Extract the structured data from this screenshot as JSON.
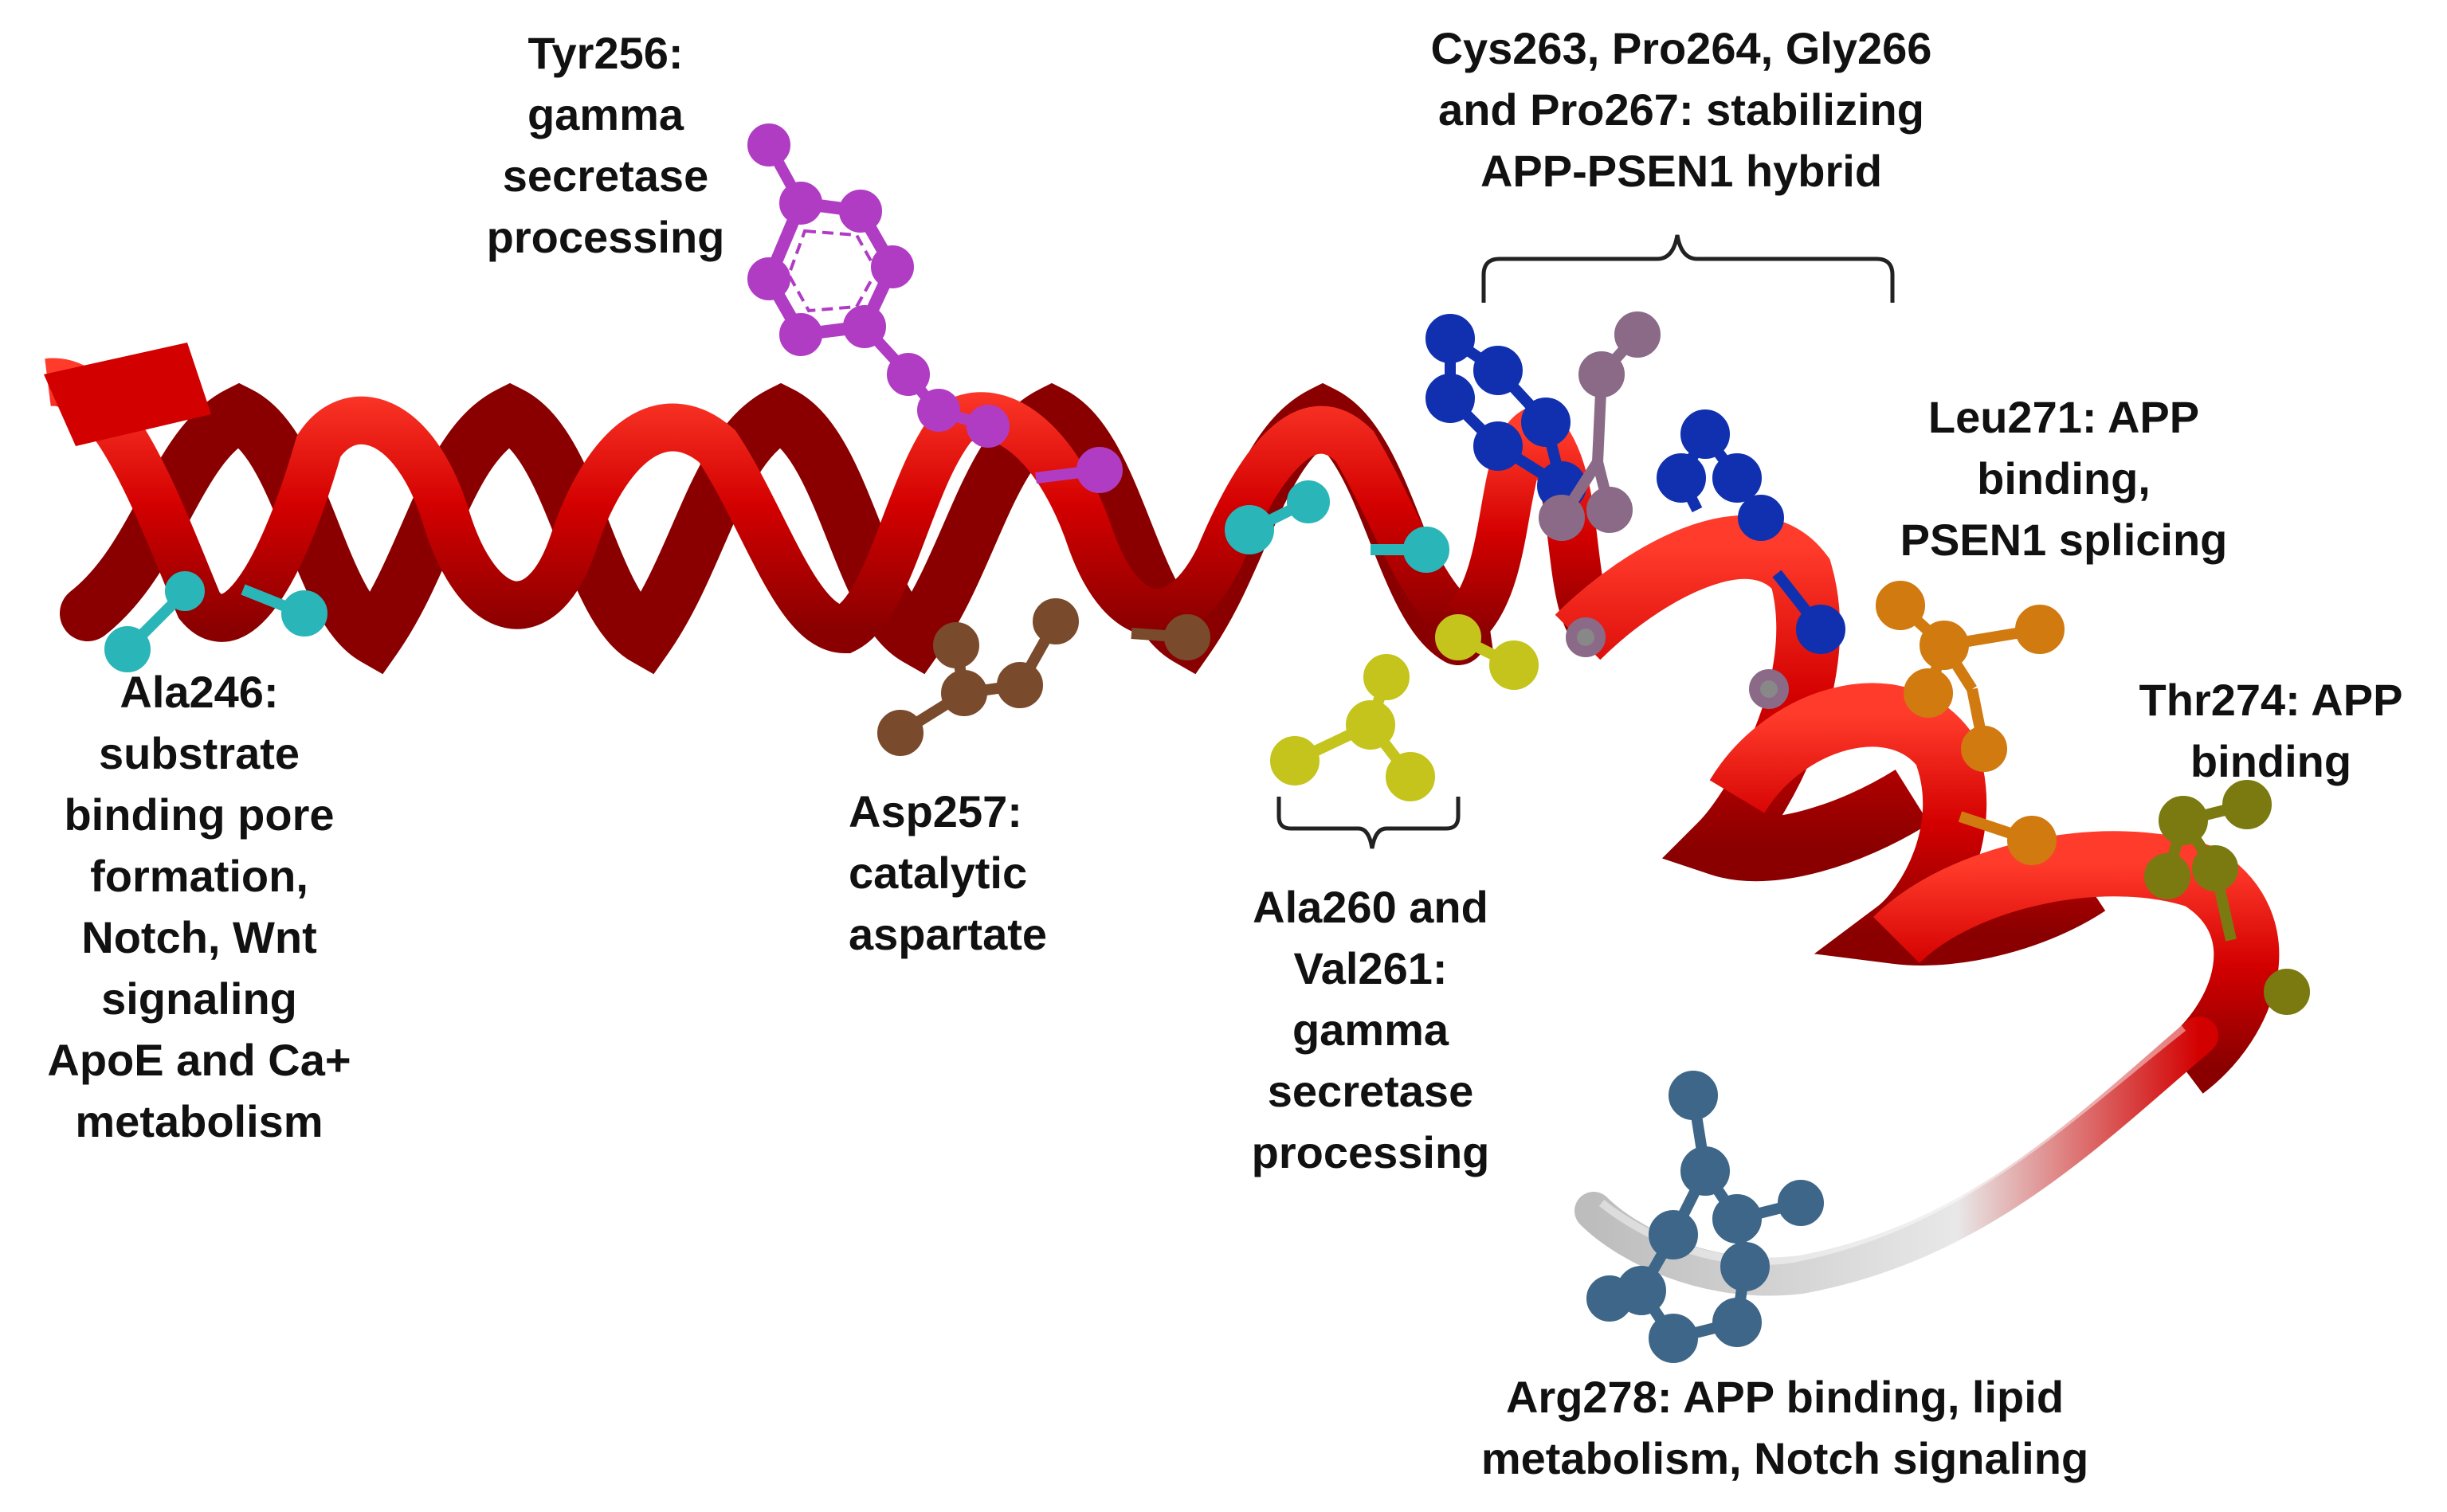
{
  "colors": {
    "helix": "#d30000",
    "helix_dark": "#8a0000",
    "helix_gray": "#c8c8c8",
    "ala": "#2ab5b8",
    "tyr": "#b03cc4",
    "asp": "#7a4a2c",
    "ala260_val261": "#c4c41c",
    "cys_pro_gly": "#1030b0",
    "cys_pro_gly_alt": "#8a6a86",
    "leu271": "#d07a10",
    "thr274": "#7a7a10",
    "arg278": "#3e6688",
    "bracket": "#222222"
  },
  "labels": {
    "tyr256": [
      "Tyr256:",
      "gamma",
      "secretase",
      "processing"
    ],
    "cys_pro_gly": [
      "Cys263, Pro264, Gly266",
      "and Pro267: stabilizing",
      "APP-PSEN1 hybrid"
    ],
    "leu271": [
      "Leu271: APP",
      "binding,",
      "PSEN1 splicing"
    ],
    "thr274": [
      "Thr274: APP",
      "binding"
    ],
    "ala246": [
      "Ala246:",
      "substrate",
      "binding pore",
      "formation,",
      "Notch, Wnt",
      "signaling",
      "ApoE and Ca+",
      "metabolism"
    ],
    "asp257": [
      "Asp257:",
      "catalytic",
      "aspartate"
    ],
    "ala260_val261": [
      "Ala260 and",
      "Val261:",
      "gamma",
      "secretase",
      "processing"
    ],
    "arg278": [
      "Arg278: APP binding, lipid",
      "metabolism, Notch signaling"
    ]
  }
}
